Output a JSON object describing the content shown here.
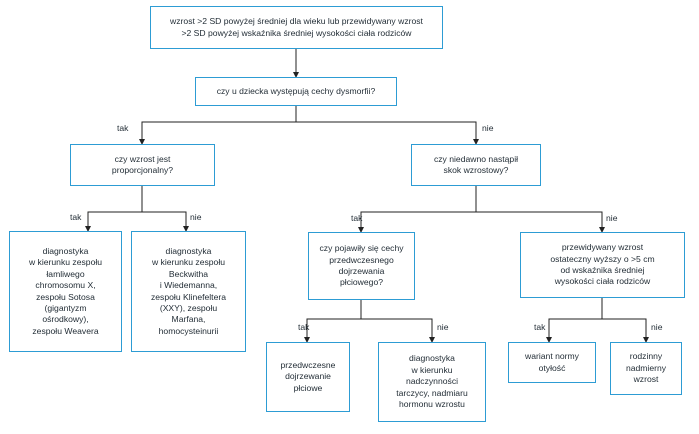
{
  "colors": {
    "box_border": "#2d9cd4",
    "line": "#222222",
    "text": "#1f2a33"
  },
  "nodes": {
    "root": "wzrost >2 SD powyżej średniej dla wieku lub przewidywany wzrost\n>2 SD powyżej wskaźnika średniej wysokości ciała rodziców",
    "q_dysmorphic": "czy u dziecka występują cechy dysmorfii?",
    "q_proportional": "czy wzrost jest\nproporcjonalny?",
    "q_growth_spurt": "czy niedawno nastąpił\nskok wzrostowy?",
    "dx_fragile_x": "diagnostyka\nw kierunku zespołu\nłamliwego\nchromosomu X,\nzespołu Sotosa\n(gigantyzm\nośrodkowy),\nzespołu Weavera",
    "dx_beckwith": "diagnostyka\nw kierunku zespołu\nBeckwitha\ni Wiedemanna,\nzespołu Klinefeltera\n(XXY), zespołu\nMarfana,\nhomocysteinurii",
    "q_puberty": "czy pojawiły się cechy\nprzedwczesnego\ndojrzewania\npłciowego?",
    "q_predicted_height": "przewidywany wzrost\nostateczny wyższy o >5 cm\nod wskaźnika średniej\nwysokości ciała rodziców",
    "precocious_puberty": "przedwczesne\ndojrzewanie\npłciowe",
    "dx_thyroid": "diagnostyka\nw kierunku\nnadczynności\ntarczycy, nadmiaru\nhormonu wzrostu",
    "normal_variant": "wariant normy\notyłość",
    "familial_tall": "rodzinny\nnadmierny\nwzrost"
  },
  "edge_labels": {
    "dysmorphic_yes": "tak",
    "dysmorphic_no": "nie",
    "proportional_yes": "tak",
    "proportional_no": "nie",
    "spurt_yes": "tak",
    "spurt_no": "nie",
    "puberty_yes": "tak",
    "puberty_no": "nie",
    "height_yes": "tak",
    "height_no": "nie"
  }
}
